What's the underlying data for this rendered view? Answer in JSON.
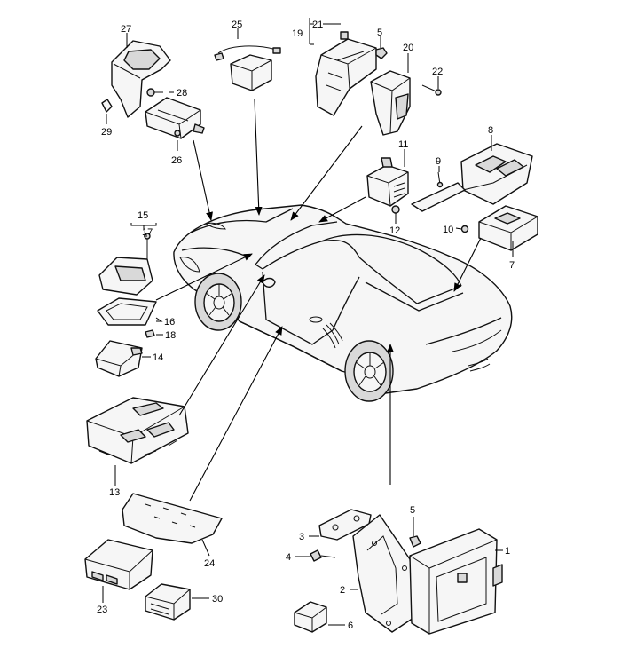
{
  "callouts": {
    "c1": "1",
    "c2": "2",
    "c3": "3",
    "c4": "4",
    "c5a": "5",
    "c5b": "5",
    "c6": "6",
    "c7": "7",
    "c8": "8",
    "c9": "9",
    "c10": "10",
    "c11": "11",
    "c12": "12",
    "c13": "13",
    "c14": "14",
    "c15": "15",
    "c16": "16",
    "c17": "17",
    "c18": "18",
    "c19": "19",
    "c20": "20",
    "c21": "21",
    "c22": "22",
    "c23": "23",
    "c24": "24",
    "c25": "25",
    "c26": "26",
    "c27": "27",
    "c28": "28",
    "c29": "29",
    "c30": "30"
  }
}
